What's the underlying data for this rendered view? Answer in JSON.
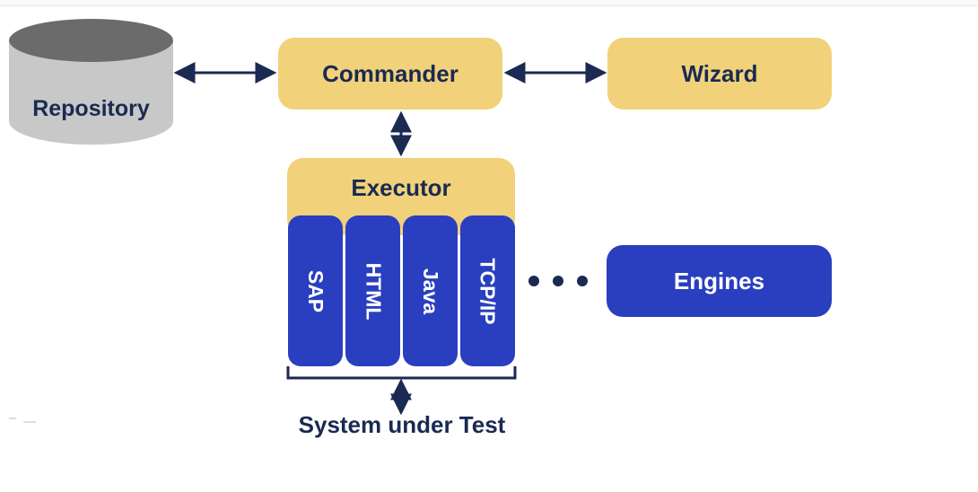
{
  "nodes": {
    "repository": "Repository",
    "commander": "Commander",
    "wizard": "Wizard",
    "executor": "Executor",
    "engines": "Engines",
    "system_under_test": "System under Test"
  },
  "engine_columns": [
    "SAP",
    "HTML",
    "Java",
    "TCP/IP"
  ],
  "colors": {
    "yellow_box": "#f1d27a",
    "blue_box": "#2a3fbf",
    "navy_text": "#1a2a52",
    "repository_gray": "#c8c8c8"
  },
  "icons": {
    "ellipsis": "more-engines-dots-icon",
    "repository_shape": "database-cylinder-icon"
  }
}
